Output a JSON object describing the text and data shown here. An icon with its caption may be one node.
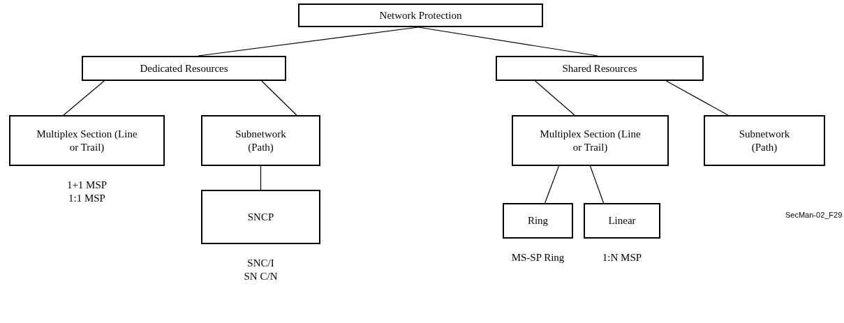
{
  "diagram": {
    "nodes": [
      {
        "text": [
          "Network Protection"
        ]
      },
      {
        "text": [
          "Dedicated Resources"
        ]
      },
      {
        "text": [
          "Shared Resources"
        ]
      },
      {
        "text": [
          "Multiplex Section (Line or Trail)"
        ],
        "beside": [
          "1+1 MSP",
          "1:1 MSP"
        ]
      },
      {
        "text": [
          "Subnetwork (Path)"
        ]
      },
      {
        "text": [
          "Multiplex Section (Line or Trail)"
        ]
      },
      {
        "text": [
          "Subnetwork (Path)"
        ]
      },
      {
        "text": [
          "SNCP"
        ],
        "beside": [
          "SNC/I",
          "SN C/N"
        ]
      },
      {
        "text": [
          "Ring"
        ],
        "beside": [
          "MS-SP Ring"
        ]
      },
      {
        "text": [
          "Linear"
        ],
        "beside": [
          "1:N MSP"
        ]
      }
    ],
    "edges": [
      {
        "from": 0,
        "to": 1,
        "arrow": "none"
      },
      {
        "from": 0,
        "to": 2,
        "arrow": "none"
      },
      {
        "from": 1,
        "to": 3,
        "arrow": "none"
      },
      {
        "from": 1,
        "to": 4,
        "arrow": "none"
      },
      {
        "from": 2,
        "to": 5,
        "arrow": "none"
      },
      {
        "from": 2,
        "to": 6,
        "arrow": "none"
      },
      {
        "from": 4,
        "to": 7,
        "arrow": "none"
      },
      {
        "from": 5,
        "to": 8,
        "arrow": "none"
      },
      {
        "from": 5,
        "to": 9,
        "arrow": "none"
      }
    ],
    "labels": [
      "SecMan-02_F29"
    ]
  }
}
